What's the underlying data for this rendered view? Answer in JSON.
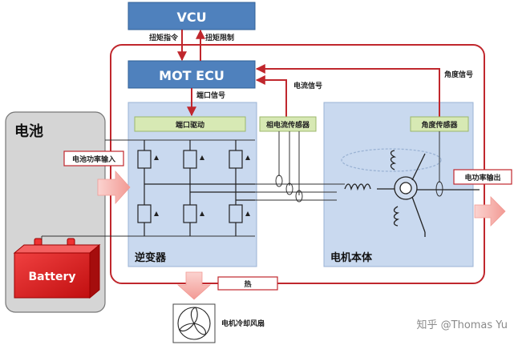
{
  "vcu": "VCU",
  "mot_ecu": "MOT ECU",
  "torque_command": "扭矩指令",
  "torque_limit": "扭矩限制",
  "current_signal": "电流信号",
  "angle_signal": "角度信号",
  "port_signal": "端口信号",
  "port_drive": "端口驱动",
  "phase_current_sensor": "相电流传感器",
  "angle_sensor": "角度传感器",
  "battery_section": "电池",
  "battery_power_input": "电池功率输入",
  "motor_power_output": "电功率输出",
  "inverter": "逆变器",
  "motor_body": "电机本体",
  "battery": "Battery",
  "heat": "热",
  "cooling_fan": "电机冷却风扇",
  "watermark": "知乎 @Thomas Yu",
  "colors": {
    "ecu_blue": "#4f81bd",
    "panel_blue": "#c9d9ef",
    "sensor_green": "#d7e9b4",
    "battery_red": "#e31a1c",
    "border_red": "#c0272d",
    "arrow_pink": "#f4b0ac"
  }
}
